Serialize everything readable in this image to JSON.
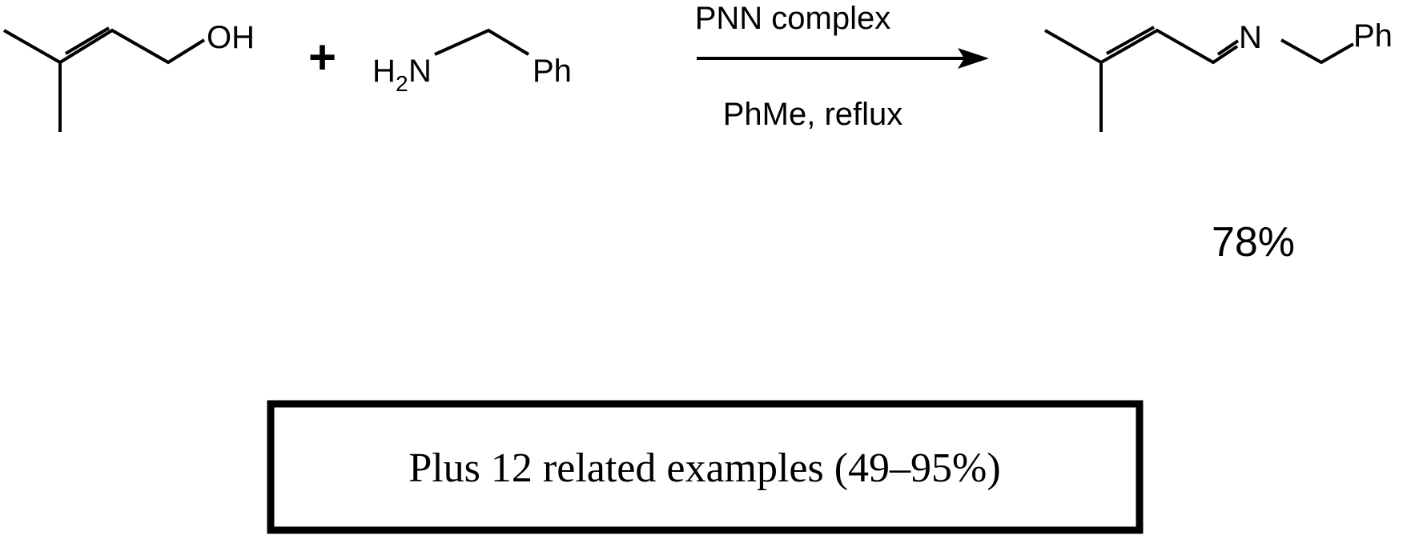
{
  "reactant_1": {
    "hydroxyl_label": "OH"
  },
  "plus_sign": "+",
  "reactant_2": {
    "amine_label_main": "H",
    "amine_label_subscript": "2",
    "amine_label_atom": "N",
    "phenyl_label": "Ph"
  },
  "arrow": {
    "reagent_above": "PNN complex",
    "conditions_below": "PhMe, reflux"
  },
  "product": {
    "imine_nitrogen_label": "N",
    "phenyl_label": "Ph",
    "yield": "78%"
  },
  "summary_box": {
    "text": "Plus 12 related examples (49–95%)"
  }
}
